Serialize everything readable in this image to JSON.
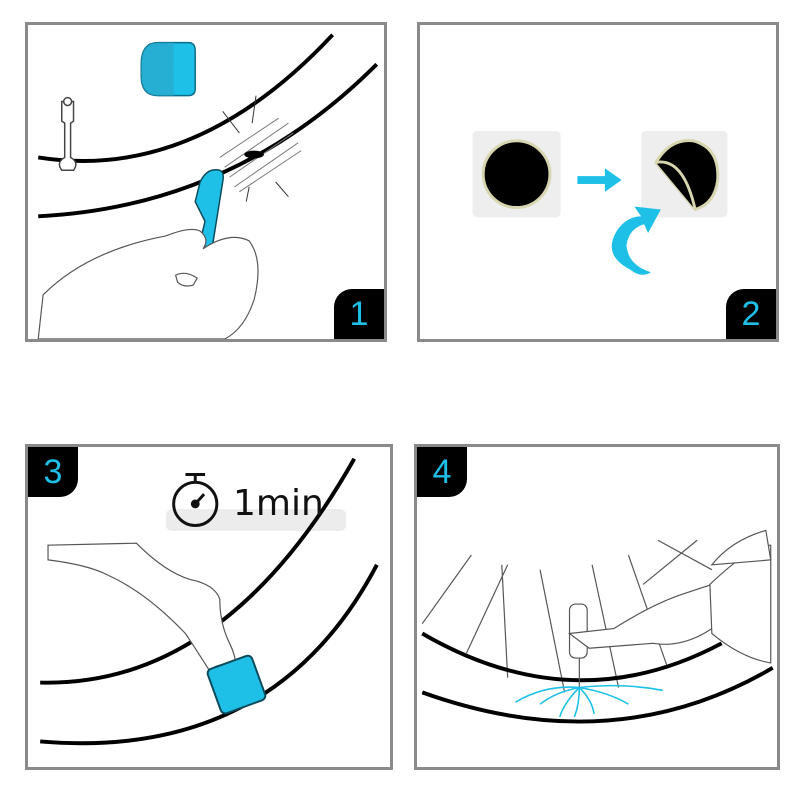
{
  "colors": {
    "accent": "#1ec0e8",
    "border": "#8a8a8a",
    "badge_bg": "#000000",
    "ink": "#111111"
  },
  "panels": [
    {
      "step": "1",
      "description": "Roughen area around puncture with scraper; patch shown",
      "icons": [
        "valve-icon",
        "patch-icon",
        "scraper-icon",
        "hand-icon",
        "puncture-icon"
      ]
    },
    {
      "step": "2",
      "description": "Peel backing from round patch",
      "icons": [
        "round-patch-icon",
        "arrow-right-icon",
        "peeled-patch-icon",
        "curved-arrow-icon"
      ]
    },
    {
      "step": "3",
      "description": "Press patch onto tube",
      "timer": {
        "label": "1min",
        "icon": "stopwatch-icon"
      },
      "icons": [
        "hand-icon",
        "patch-icon",
        "stopwatch-icon"
      ]
    },
    {
      "step": "4",
      "description": "Inflate tube with pump at valve",
      "icons": [
        "spokes-icon",
        "hand-pump-icon",
        "air-spray-icon"
      ]
    }
  ]
}
